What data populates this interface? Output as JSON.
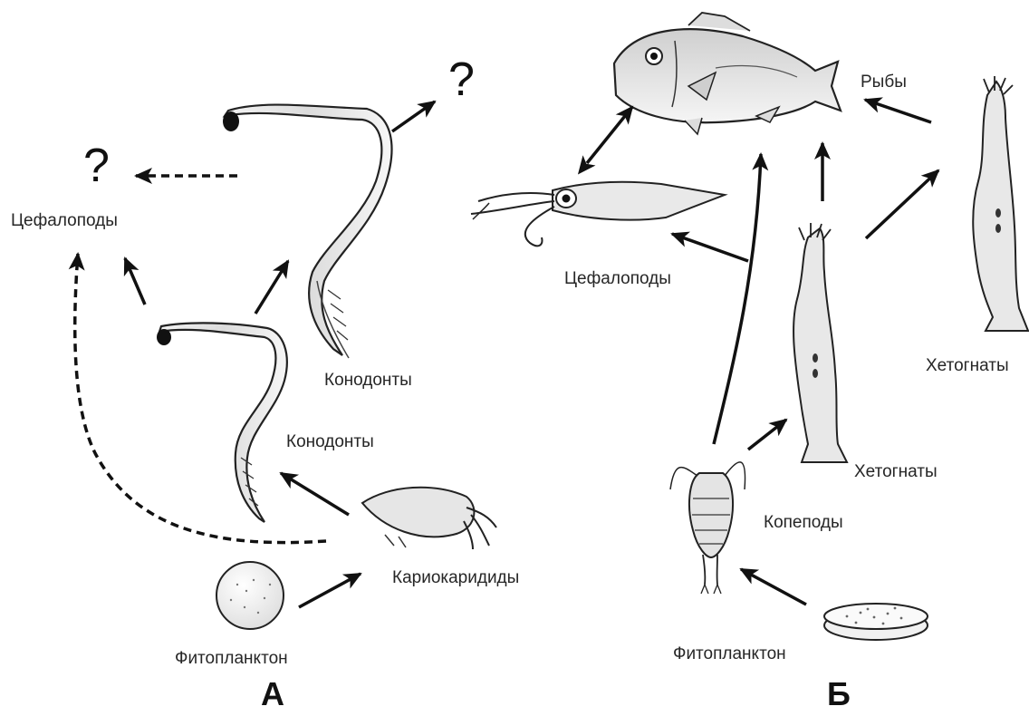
{
  "panel_a": {
    "letter": "А",
    "labels": {
      "cephalopods": "Цефалоподы",
      "conodonts_large": "Конодонты",
      "conodonts_small": "Конодонты",
      "cariocaridids": "Кариокаридиды",
      "phytoplankton": "Фитопланктон"
    },
    "question_left": "?",
    "question_top": "?"
  },
  "panel_b": {
    "letter": "Б",
    "labels": {
      "fish": "Рыбы",
      "cephalopods": "Цефалоподы",
      "chaetognaths_right": "Хетогнаты",
      "chaetognaths_mid": "Хетогнаты",
      "copepods": "Копеподы",
      "phytoplankton": "Фитопланктон"
    }
  }
}
